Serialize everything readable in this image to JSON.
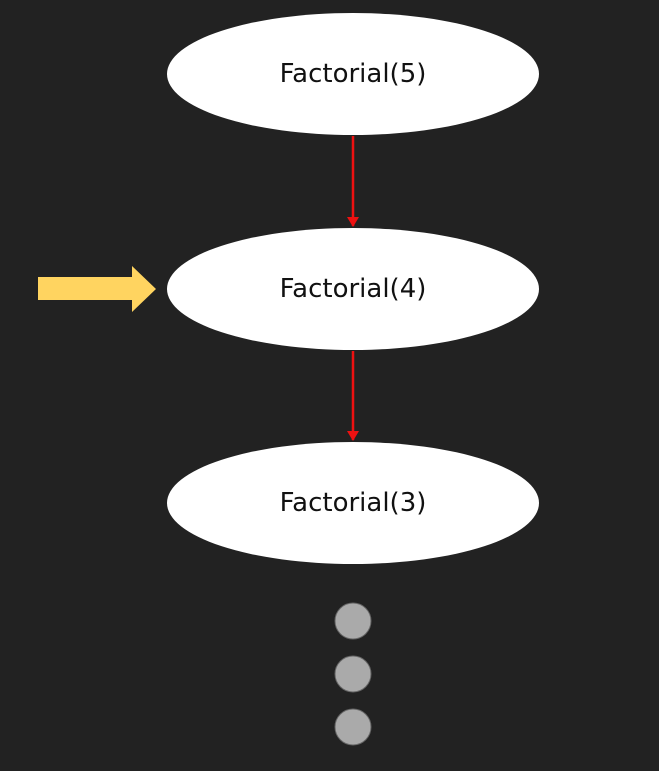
{
  "diagram": {
    "nodes": [
      {
        "id": "node-factorial-5",
        "label": "Factorial(5)"
      },
      {
        "id": "node-factorial-4",
        "label": "Factorial(4)"
      },
      {
        "id": "node-factorial-3",
        "label": "Factorial(3)"
      }
    ],
    "edges": [
      {
        "from": "node-factorial-5",
        "to": "node-factorial-4"
      },
      {
        "from": "node-factorial-4",
        "to": "node-factorial-3"
      }
    ],
    "pointer_target": "node-factorial-4",
    "continuation_dot_count": 3
  },
  "colors": {
    "background": "#222222",
    "node_fill": "#ffffff",
    "edge": "#ee1111",
    "pointer": "#ffd460",
    "dot": "#aaaaaa"
  }
}
